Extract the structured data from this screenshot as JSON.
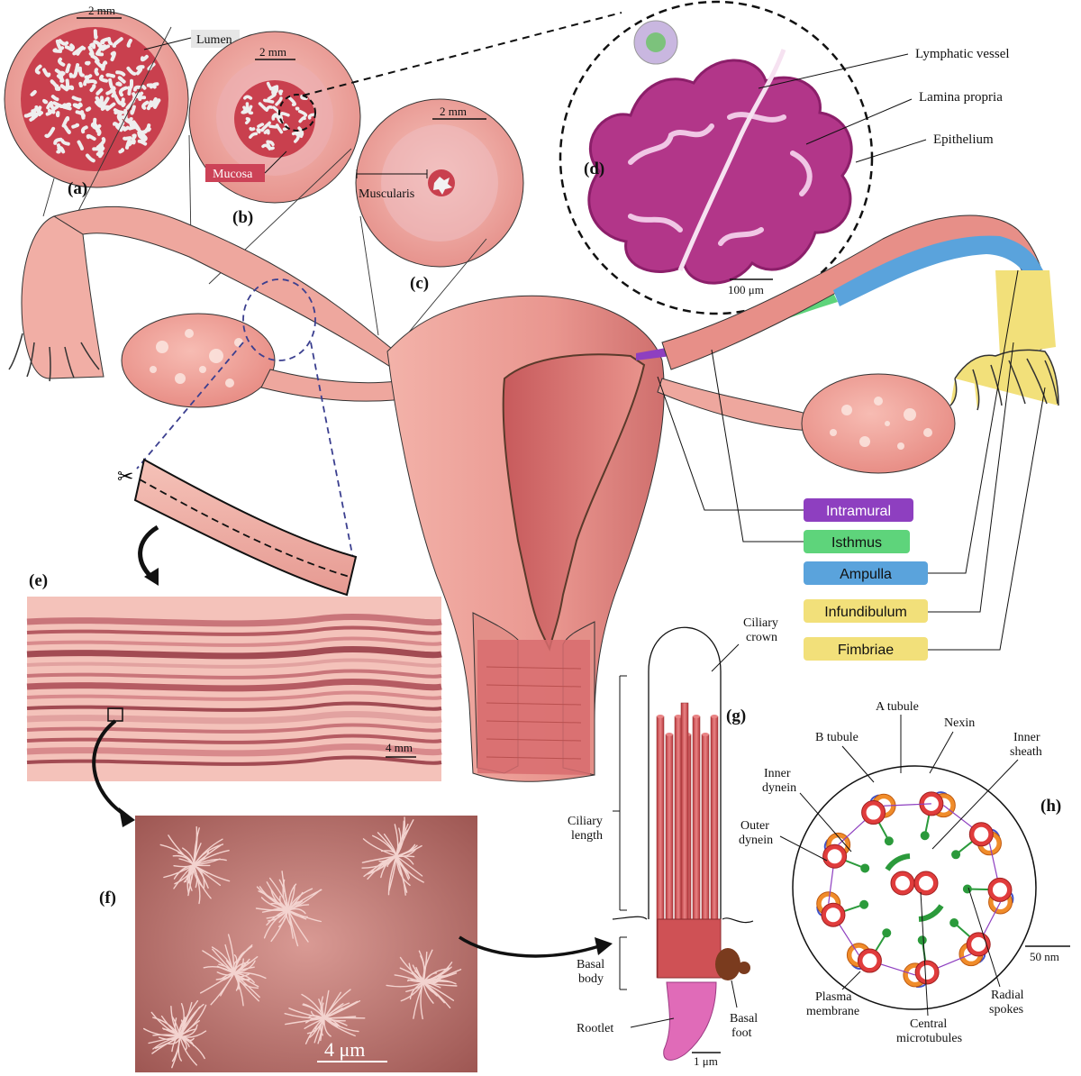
{
  "panels": {
    "a": "(a)",
    "b": "(b)",
    "c": "(c)",
    "d": "(d)",
    "e": "(e)",
    "f": "(f)",
    "g": "(g)",
    "h": "(h)"
  },
  "labels": {
    "lumen": "Lumen",
    "mucosa": "Mucosa",
    "muscularis": "Muscularis",
    "lymphatic_vessel": "Lymphatic vessel",
    "lamina_propria": "Lamina propria",
    "epithelium": "Epithelium"
  },
  "scale_bars": {
    "a": "2 mm",
    "b": "2 mm",
    "c": "2 mm",
    "d": "100 μm",
    "e": "4 mm",
    "f": "4 μm",
    "g": "1 μm",
    "h": "50 nm"
  },
  "legend": {
    "items": [
      {
        "label": "Intramural",
        "color": "#8e3fc0"
      },
      {
        "label": "Isthmus",
        "color": "#5ed47b"
      },
      {
        "label": "Ampulla",
        "color": "#5aa3dc"
      },
      {
        "label": "Infundibulum",
        "color": "#f2e07a"
      },
      {
        "label": "Fimbriae",
        "color": "#f2e07a"
      }
    ]
  },
  "cilium_labels": {
    "crown_1": "Ciliary",
    "crown_2": "crown",
    "length_1": "Ciliary",
    "length_2": "length",
    "basal_body_1": "Basal",
    "basal_body_2": "body",
    "rootlet": "Rootlet",
    "basal_foot_1": "Basal",
    "basal_foot_2": "foot"
  },
  "axoneme_labels": {
    "a_tubule": "A tubule",
    "b_tubule": "B tubule",
    "nexin": "Nexin",
    "inner_sheath_1": "Inner",
    "inner_sheath_2": "sheath",
    "inner_dynein_1": "Inner",
    "inner_dynein_2": "dynein",
    "outer_dynein_1": "Outer",
    "outer_dynein_2": "dynein",
    "plasma_membrane_1": "Plasma",
    "plasma_membrane_2": "membrane",
    "central_microtubules_1": "Central",
    "central_microtubules_2": "microtubules",
    "radial_spokes_1": "Radial",
    "radial_spokes_2": "spokes"
  },
  "colors": {
    "tissue": "#f1a9a0",
    "tissue_dark": "#d76f6a",
    "mucosa": "#c9404e",
    "histology": "#a8307f",
    "histology_light": "#e7a6d3",
    "microtubule": "#d8575a",
    "rootlet": "#e06bb8",
    "basal_foot": "#7a3b1e",
    "orange_ring": "#f08c2a",
    "spoke": "#2b9a3b",
    "dynein": "#4052c8"
  }
}
